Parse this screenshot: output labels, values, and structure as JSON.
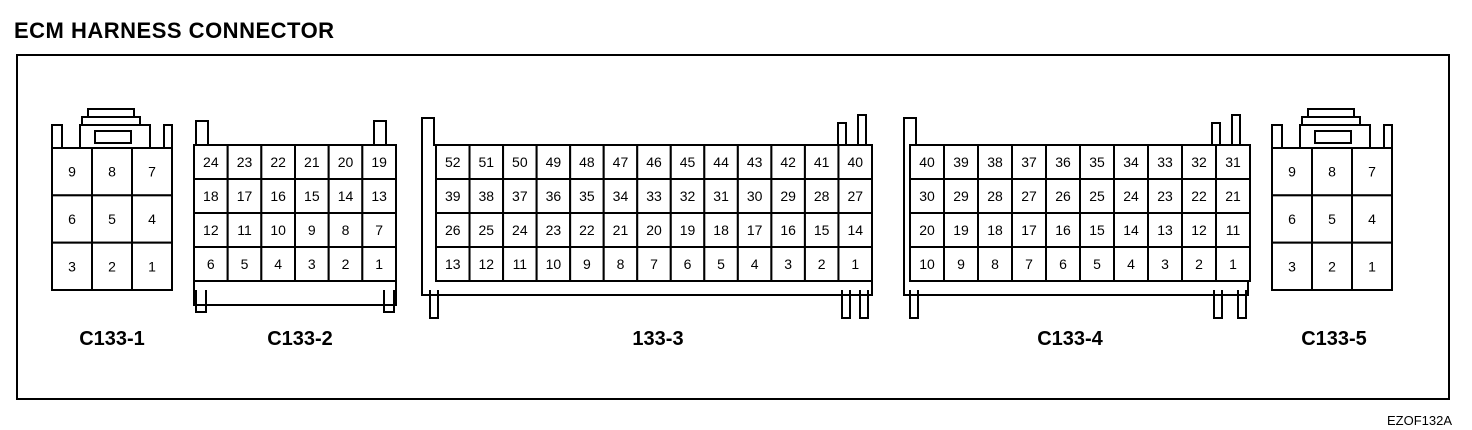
{
  "title": "ECM HARNESS CONNECTOR",
  "figure_code": "EZOF132A",
  "connectors": [
    {
      "id": "c1",
      "label": "C133-1",
      "rows": [
        [
          "9",
          "8",
          "7"
        ],
        [
          "6",
          "5",
          "4"
        ],
        [
          "3",
          "2",
          "1"
        ]
      ]
    },
    {
      "id": "c2",
      "label": "C133-2",
      "rows": [
        [
          "24",
          "23",
          "22",
          "21",
          "20",
          "19"
        ],
        [
          "18",
          "17",
          "16",
          "15",
          "14",
          "13"
        ],
        [
          "12",
          "11",
          "10",
          "9",
          "8",
          "7"
        ],
        [
          "6",
          "5",
          "4",
          "3",
          "2",
          "1"
        ]
      ]
    },
    {
      "id": "c3",
      "label": "133-3",
      "rows": [
        [
          "52",
          "51",
          "50",
          "49",
          "48",
          "47",
          "46",
          "45",
          "44",
          "43",
          "42",
          "41",
          "40"
        ],
        [
          "39",
          "38",
          "37",
          "36",
          "35",
          "34",
          "33",
          "32",
          "31",
          "30",
          "29",
          "28",
          "27"
        ],
        [
          "26",
          "25",
          "24",
          "23",
          "22",
          "21",
          "20",
          "19",
          "18",
          "17",
          "16",
          "15",
          "14"
        ],
        [
          "13",
          "12",
          "11",
          "10",
          "9",
          "8",
          "7",
          "6",
          "5",
          "4",
          "3",
          "2",
          "1"
        ]
      ]
    },
    {
      "id": "c4",
      "label": "C133-4",
      "rows": [
        [
          "40",
          "39",
          "38",
          "37",
          "36",
          "35",
          "34",
          "33",
          "32",
          "31"
        ],
        [
          "30",
          "29",
          "28",
          "27",
          "26",
          "25",
          "24",
          "23",
          "22",
          "21"
        ],
        [
          "20",
          "19",
          "18",
          "17",
          "16",
          "15",
          "14",
          "13",
          "12",
          "11"
        ],
        [
          "10",
          "9",
          "8",
          "7",
          "6",
          "5",
          "4",
          "3",
          "2",
          "1"
        ]
      ]
    },
    {
      "id": "c5",
      "label": "C133-5",
      "rows": [
        [
          "9",
          "8",
          "7"
        ],
        [
          "6",
          "5",
          "4"
        ],
        [
          "3",
          "2",
          "1"
        ]
      ]
    }
  ]
}
